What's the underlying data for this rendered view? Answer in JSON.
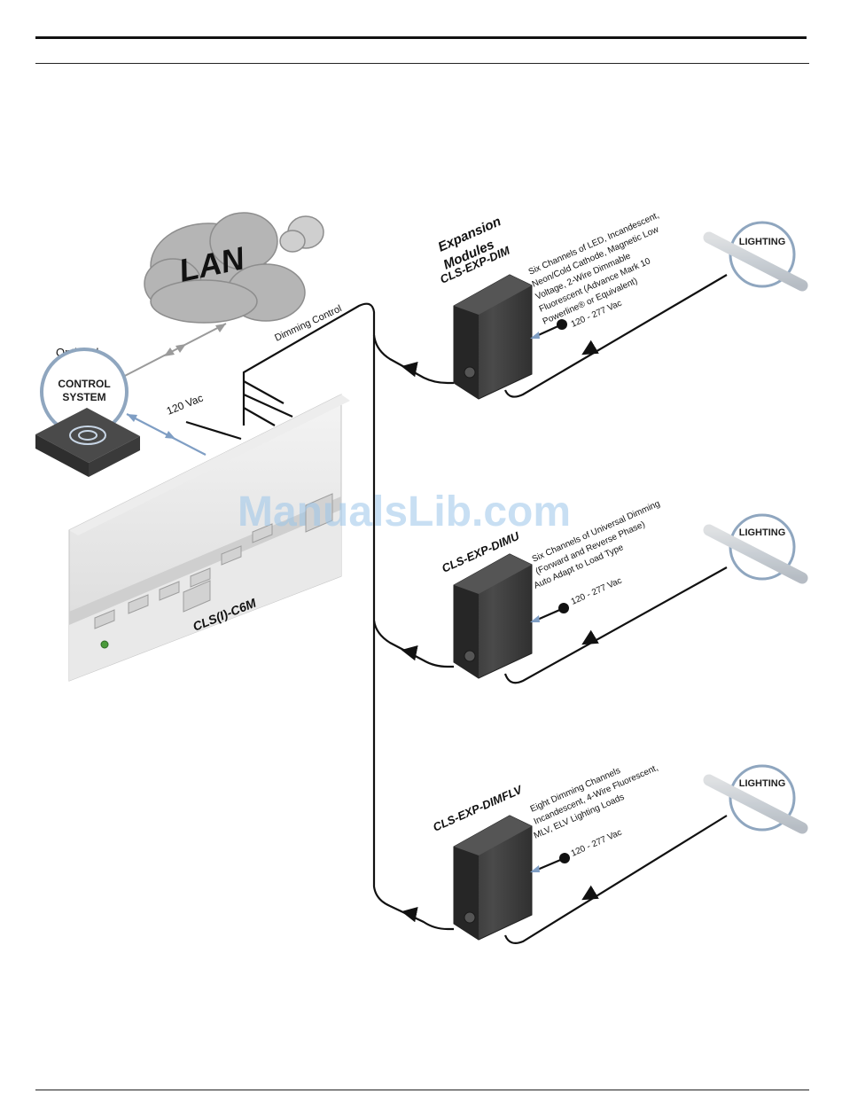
{
  "diagram": {
    "cloud_label": "LAN",
    "optional_label": "Optional",
    "control_system_line1": "CONTROL",
    "control_system_line2": "SYSTEM",
    "vac_120_label": "120 Vac",
    "dimming_control_label": "Dimming Control",
    "main_unit_label": "CLS(I)-C6M",
    "expansion_heading_line1": "Expansion",
    "expansion_heading_line2": "Modules",
    "modules": [
      {
        "model": "CLS-EXP-DIM",
        "desc": [
          "Six Channels of LED, Incandescent,",
          "Neon/Cold Cathode, Magnetic Low",
          "Voltage, 2-Wire Dimmable",
          "Fluorescent (Advance Mark 10",
          "Powerline® or Equivalent)"
        ],
        "voltage": "120 - 277 Vac",
        "lighting": "LIGHTING"
      },
      {
        "model": "CLS-EXP-DIMU",
        "desc": [
          "Six Channels of Universal Dimming",
          "(Forward and Reverse Phase)",
          "Auto Adapt to Load Type"
        ],
        "voltage": "120 - 277 Vac",
        "lighting": "LIGHTING"
      },
      {
        "model": "CLS-EXP-DIMFLV",
        "desc": [
          "Eight Dimming Channels",
          "Incandescent, 4-Wire Fluorescent,",
          "MLV, ELV Lighting Loads"
        ],
        "voltage": "120 - 277 Vac",
        "lighting": "LIGHTING"
      }
    ],
    "watermark": "ManualsLib.com"
  },
  "colors": {
    "line": "#111111",
    "arrow_gray": "#9a9a9a",
    "arrow_blue": "#7f9ec4",
    "module_body": "#3d3d3d",
    "badge_ring": "#8fa6bf",
    "cloud": "#b5b5b5",
    "watermark": "#9cc6ea"
  }
}
